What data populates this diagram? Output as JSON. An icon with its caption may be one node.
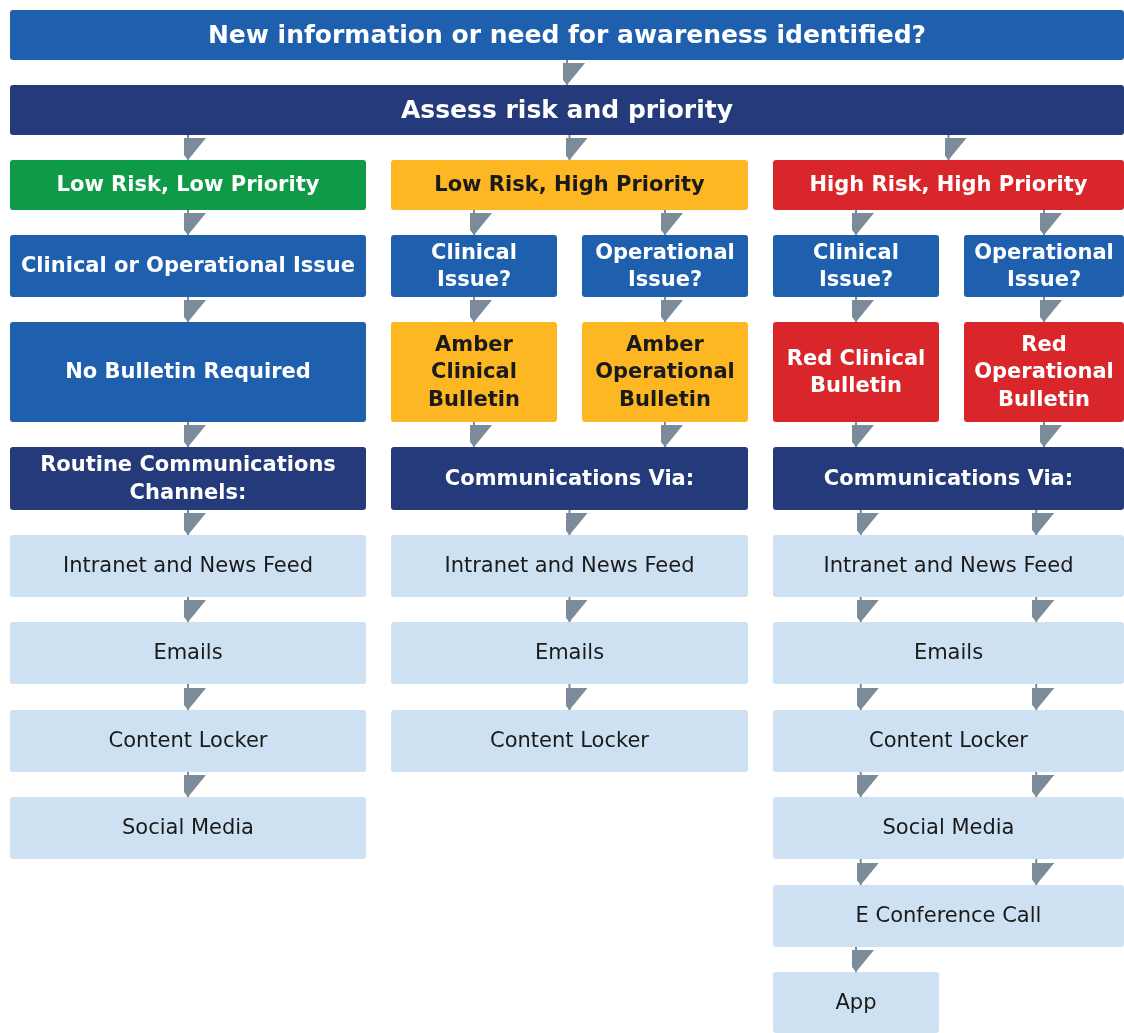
{
  "diagram": {
    "nodes": [
      {
        "text": [
          "New information or need for awareness identified?"
        ]
      },
      {
        "text": [
          "Assess risk and priority"
        ]
      },
      {
        "text": [
          "Low Risk, Low Priority"
        ]
      },
      {
        "text": [
          "Low Risk, High Priority"
        ]
      },
      {
        "text": [
          "High Risk, High Priority"
        ]
      },
      {
        "text": [
          "Clinical or Operational Issue"
        ]
      },
      {
        "text": [
          "Clinical Issue?"
        ]
      },
      {
        "text": [
          "Operational Issue?"
        ]
      },
      {
        "text": [
          "Clinical Issue?"
        ]
      },
      {
        "text": [
          "Operational Issue?"
        ]
      },
      {
        "text": [
          "No Bulletin Required"
        ]
      },
      {
        "text": [
          "Amber Clinical Bulletin"
        ]
      },
      {
        "text": [
          "Amber Operational Bulletin"
        ]
      },
      {
        "text": [
          "Red Clinical Bulletin"
        ]
      },
      {
        "text": [
          "Red Operational Bulletin"
        ]
      },
      {
        "text": [
          "Routine Communications Channels:"
        ]
      },
      {
        "text": [
          "Communications Via:"
        ]
      },
      {
        "text": [
          "Communications Via:"
        ]
      },
      {
        "text": [
          "Intranet and News Feed"
        ]
      },
      {
        "text": [
          "Intranet and News Feed"
        ]
      },
      {
        "text": [
          "Intranet and News Feed"
        ]
      },
      {
        "text": [
          "Emails"
        ]
      },
      {
        "text": [
          "Emails"
        ]
      },
      {
        "text": [
          "Emails"
        ]
      },
      {
        "text": [
          "Content Locker"
        ]
      },
      {
        "text": [
          "Content Locker"
        ]
      },
      {
        "text": [
          "Content Locker"
        ]
      },
      {
        "text": [
          "Social Media"
        ]
      },
      {
        "text": [
          "Social Media"
        ]
      },
      {
        "text": [
          "E Conference Call"
        ]
      },
      {
        "text": [
          "App"
        ]
      }
    ],
    "edges": [
      {
        "from": 0,
        "to": 1,
        "arrow": "to"
      },
      {
        "from": 1,
        "to": 2,
        "arrow": "to"
      },
      {
        "from": 1,
        "to": 3,
        "arrow": "to"
      },
      {
        "from": 1,
        "to": 4,
        "arrow": "to"
      },
      {
        "from": 2,
        "to": 5,
        "arrow": "to"
      },
      {
        "from": 5,
        "to": 10,
        "arrow": "to"
      },
      {
        "from": 10,
        "to": 15,
        "arrow": "to"
      },
      {
        "from": 15,
        "to": 18,
        "arrow": "to"
      },
      {
        "from": 18,
        "to": 21,
        "arrow": "to"
      },
      {
        "from": 21,
        "to": 24,
        "arrow": "to"
      },
      {
        "from": 24,
        "to": 27,
        "arrow": "to"
      },
      {
        "from": 3,
        "to": 6,
        "arrow": "to"
      },
      {
        "from": 3,
        "to": 7,
        "arrow": "to"
      },
      {
        "from": 6,
        "to": 11,
        "arrow": "to"
      },
      {
        "from": 7,
        "to": 12,
        "arrow": "to"
      },
      {
        "from": 11,
        "to": 16,
        "arrow": "to"
      },
      {
        "from": 12,
        "to": 16,
        "arrow": "to"
      },
      {
        "from": 16,
        "to": 19,
        "arrow": "to"
      },
      {
        "from": 19,
        "to": 22,
        "arrow": "to"
      },
      {
        "from": 22,
        "to": 25,
        "arrow": "to"
      },
      {
        "from": 4,
        "to": 8,
        "arrow": "to"
      },
      {
        "from": 4,
        "to": 9,
        "arrow": "to"
      },
      {
        "from": 8,
        "to": 13,
        "arrow": "to"
      },
      {
        "from": 9,
        "to": 14,
        "arrow": "to"
      },
      {
        "from": 13,
        "to": 17,
        "arrow": "to"
      },
      {
        "from": 14,
        "to": 17,
        "arrow": "to"
      },
      {
        "from": 17,
        "to": 20,
        "arrow": "to"
      },
      {
        "from": 17,
        "to": 20,
        "arrow": "to"
      },
      {
        "from": 20,
        "to": 23,
        "arrow": "to"
      },
      {
        "from": 20,
        "to": 23,
        "arrow": "to"
      },
      {
        "from": 23,
        "to": 26,
        "arrow": "to"
      },
      {
        "from": 23,
        "to": 26,
        "arrow": "to"
      },
      {
        "from": 26,
        "to": 28,
        "arrow": "to"
      },
      {
        "from": 26,
        "to": 28,
        "arrow": "to"
      },
      {
        "from": 28,
        "to": 29,
        "arrow": "to"
      },
      {
        "from": 28,
        "to": 29,
        "arrow": "to"
      },
      {
        "from": 29,
        "to": 30,
        "arrow": "to"
      }
    ]
  }
}
